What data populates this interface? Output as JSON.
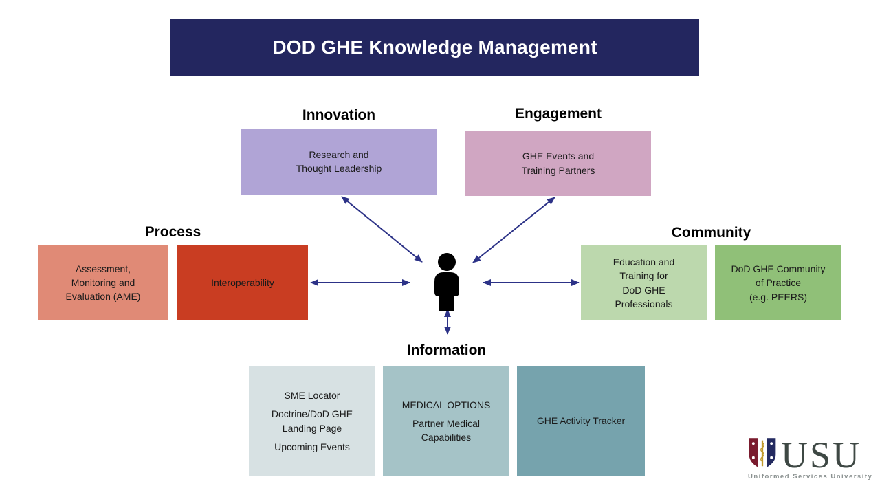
{
  "title": "DOD GHE Knowledge Management",
  "colors": {
    "banner": "#23265f",
    "arrow": "#2c3287",
    "innovation": "#b0a4d6",
    "engagement": "#d0a6c2",
    "process1": "#e08a76",
    "process2": "#c93d22",
    "community1": "#bcd8ad",
    "community2": "#90c078",
    "info1": "#d7e1e3",
    "info2": "#a5c3c7",
    "info3": "#76a3ad",
    "maroon": "#7a1b2e",
    "navy": "#232a60",
    "gold": "#c19a2b",
    "usutext": "#3e4844",
    "logogray": "#8a9190"
  },
  "categories": {
    "innovation": {
      "label": "Innovation",
      "box": "Research and\nThought Leadership"
    },
    "engagement": {
      "label": "Engagement",
      "box": "GHE Events and\nTraining Partners"
    },
    "process": {
      "label": "Process",
      "box1": "Assessment,\nMonitoring and\nEvaluation (AME)",
      "box2": "Interoperability"
    },
    "community": {
      "label": "Community",
      "box1": "Education and\nTraining for\nDoD GHE\nProfessionals",
      "box2": "DoD GHE Community\nof Practice\n(e.g. PEERS)"
    },
    "information": {
      "label": "Information",
      "box1": {
        "p1": "SME Locator",
        "p2": "Doctrine/DoD GHE\nLanding Page",
        "p3": "Upcoming Events"
      },
      "box2": {
        "p1": "MEDICAL OPTIONS",
        "p2": "Partner Medical\nCapabilities"
      },
      "box3": "GHE Activity Tracker"
    }
  },
  "connections": [
    {
      "from": "person",
      "to": "innovation",
      "bidirectional": true
    },
    {
      "from": "person",
      "to": "engagement",
      "bidirectional": true
    },
    {
      "from": "person",
      "to": "process",
      "bidirectional": true
    },
    {
      "from": "person",
      "to": "community",
      "bidirectional": true
    },
    {
      "from": "person",
      "to": "information",
      "bidirectional": true
    }
  ],
  "logo": {
    "acronym": "USU",
    "name": "Uniformed Services University"
  }
}
